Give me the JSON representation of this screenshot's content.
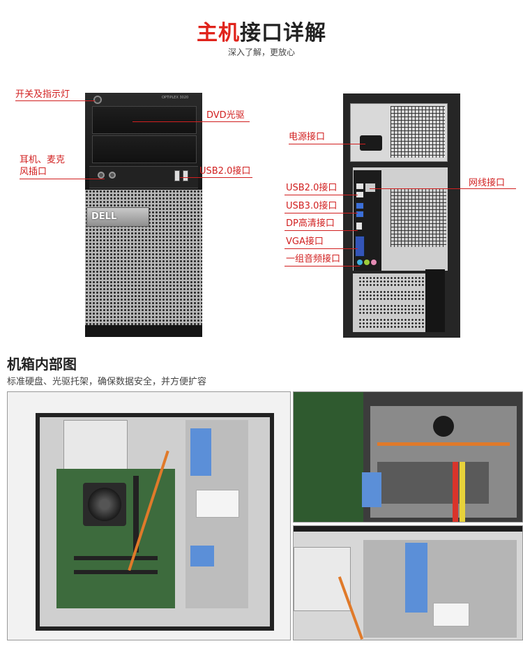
{
  "header": {
    "title_red": "主机",
    "title_dark": "接口详解",
    "subtitle": "深入了解，更放心"
  },
  "front": {
    "model_text": "OPTIPLEX 3020",
    "brand_text": "DELL",
    "labels": {
      "power": "开关及指示灯",
      "dvd": "DVD光驱",
      "audio": "耳机、麦克\n风插口",
      "usb": "USB2.0接口"
    }
  },
  "back": {
    "labels": {
      "power_port": "电源接口",
      "lan": "网线接口",
      "usb2": "USB2.0接口",
      "usb3": "USB3.0接口",
      "dp": "DP高清接口",
      "vga": "VGA接口",
      "audio": "一组音频接口"
    }
  },
  "inside": {
    "title": "机箱内部图",
    "subtitle": "标准硬盘、光驱托架，确保数据安全，并方便扩容"
  },
  "colors": {
    "accent_red": "#e0231b",
    "label_red": "#d11f1f",
    "text_dark": "#222222"
  }
}
